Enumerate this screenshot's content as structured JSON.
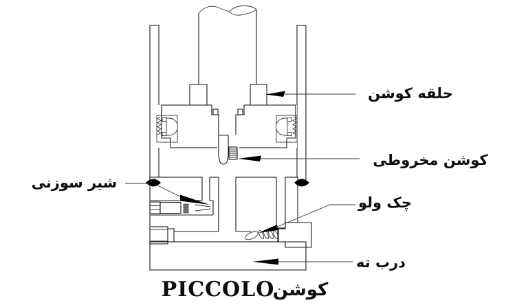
{
  "diagram": {
    "caption": {
      "product_name": "PICCOLO",
      "caption_farsi": "کوشن"
    },
    "labels": {
      "cushion_ring": "حلقه کوشن",
      "conical_cushion": "کوشن مخروطی",
      "check_valve": "چک ولو",
      "bottom_cap": "درب ته",
      "needle_valve": "شیر سوزنی"
    },
    "colors": {
      "line": "#1a1a1a",
      "text": "#0d0d0d",
      "background": "#ffffff",
      "arrow_fill": "#000000"
    }
  }
}
